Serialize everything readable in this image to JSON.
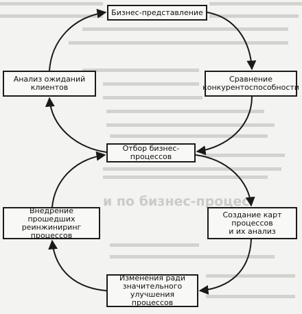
{
  "diagram": {
    "nodes": {
      "top": "Бизнес-представление",
      "left1": "Анализ ожиданий\nклиентов",
      "right1": "Сравнение\nконкурентоспособности",
      "mid": "Отбор бизнес-процессов",
      "left2": "Внедрение прошедших\nреинжиниринг процессов",
      "right2": "Создание карт\nпроцессов\nи их анализ",
      "bottom": "Изменения ради\nзначительного\nулучшения процессов"
    },
    "edges": [
      [
        "top",
        "right1"
      ],
      [
        "right1",
        "mid"
      ],
      [
        "mid",
        "left1"
      ],
      [
        "left1",
        "top"
      ],
      [
        "mid",
        "right2"
      ],
      [
        "right2",
        "bottom"
      ],
      [
        "bottom",
        "left2"
      ],
      [
        "left2",
        "mid"
      ]
    ],
    "background_fragment": "и по бизнес-процес"
  },
  "colors": {
    "line": "#1a1a1a",
    "box_bg": "#f8f8f6",
    "page_bg": "#f3f3f1",
    "ghost_text": "#c9c9c6"
  }
}
